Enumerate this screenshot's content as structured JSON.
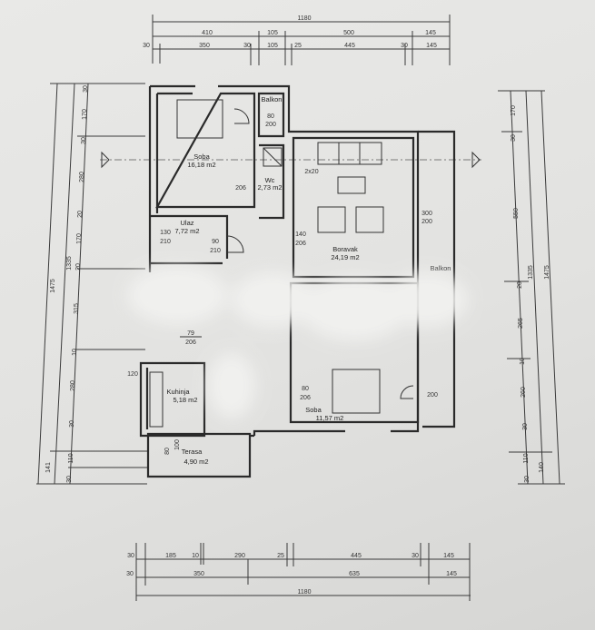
{
  "top_dims": {
    "total": "1180",
    "row2": [
      "410",
      "105",
      "500",
      "145"
    ],
    "row3": [
      "30",
      "350",
      "30",
      "105",
      "25",
      "445",
      "30",
      "145"
    ]
  },
  "bottom_dims": {
    "row1": [
      "30",
      "185",
      "10",
      "290",
      "25",
      "445",
      "30",
      "145"
    ],
    "row2": [
      "30",
      "350",
      "635",
      "145"
    ],
    "total": "1180"
  },
  "left_dims": {
    "total": "1475",
    "inner": "1335",
    "extra": "141",
    "chain": [
      "30",
      "170",
      "30",
      "280",
      "20",
      "170",
      "20",
      "315",
      "10",
      "280",
      "30",
      "110",
      "30"
    ]
  },
  "right_dims": {
    "total": "1475",
    "inner": "1335",
    "extra": "140",
    "chain": [
      "170",
      "30",
      "550",
      "20",
      "265",
      "10",
      "260",
      "30",
      "110",
      "30"
    ]
  },
  "rooms": {
    "soba1": {
      "name": "Soba",
      "area": "16,18 m2"
    },
    "balkon1": {
      "name": "Balkon",
      "door": "80",
      "door_h": "200"
    },
    "wc": {
      "name": "Wc",
      "area": "2,73 m2",
      "door": "206"
    },
    "boravak": {
      "name": "Boravak",
      "area": "24,19 m2",
      "window": "300",
      "window_h": "200",
      "opening": "140",
      "opening_h": "206",
      "vent": "2x20"
    },
    "balkon2": {
      "name": "Balkon"
    },
    "ulaz": {
      "name": "Ulaz",
      "area": "7,72 m2",
      "door1": "130",
      "door1_h": "210",
      "door2": "90",
      "door2_h": "210"
    },
    "hall": {
      "door": "79",
      "door_h": "206"
    },
    "kuhinja": {
      "name": "Kuhinja",
      "area": "5,18 m2",
      "window": "120"
    },
    "terasa": {
      "name": "Terasa",
      "area": "4,90 m2",
      "d1": "80",
      "d2": "100"
    },
    "soba2": {
      "name": "Soba",
      "area": "11,57 m2",
      "door": "80",
      "door_h": "206",
      "window": "200"
    }
  }
}
